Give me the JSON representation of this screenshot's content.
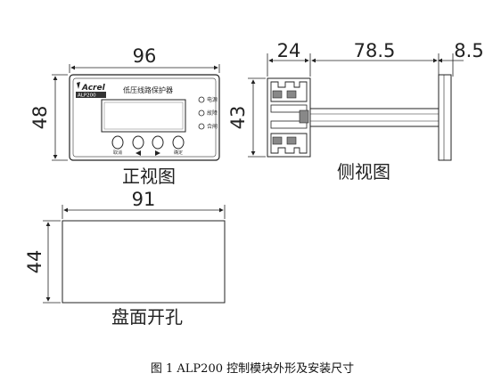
{
  "front_view": {
    "width_dim": "96",
    "height_dim": "48",
    "brand": "Acrel",
    "model": "ALP200",
    "device_name": "低压线路保护器",
    "indicators": [
      "电源",
      "故障",
      "合闸"
    ],
    "buttons": [
      "取消",
      "",
      "",
      "确定"
    ],
    "view_label": "正视图"
  },
  "side_view": {
    "dims_top": [
      "24",
      "78.5",
      "8.5"
    ],
    "height_dim": "43",
    "view_label": "侧视图"
  },
  "cutout": {
    "width_dim": "91",
    "height_dim": "44",
    "label": "盘面开孔"
  },
  "caption": "图 1 ALP200 控制模块外形及安装尺寸"
}
